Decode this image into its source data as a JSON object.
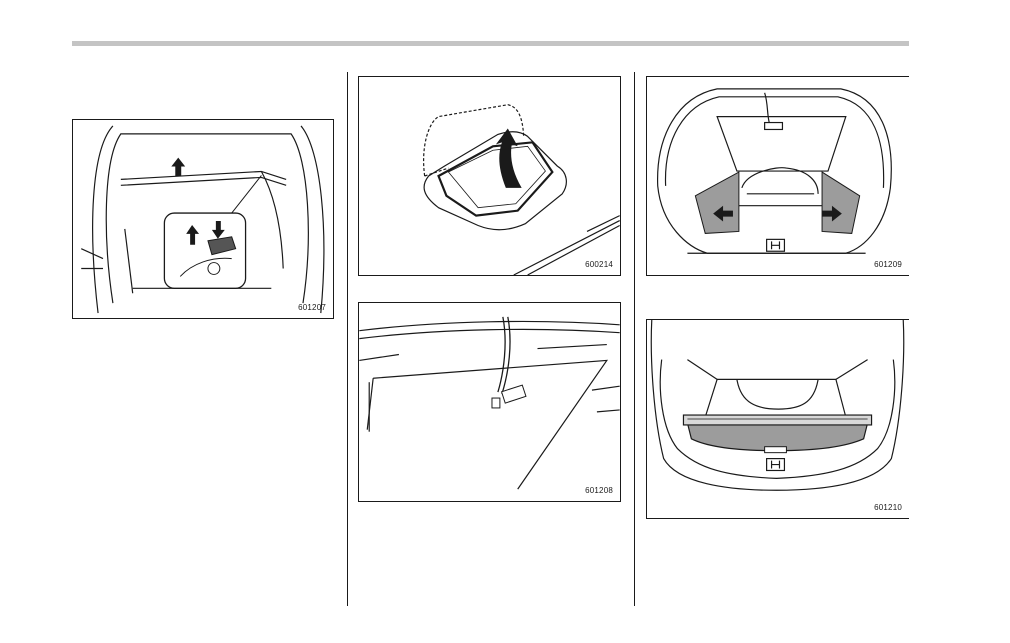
{
  "figures": [
    {
      "id": "fig-1",
      "code": "601207",
      "icons": [
        "arrow-up-icon",
        "tonneau-cover-holder-icon"
      ]
    },
    {
      "id": "fig-2",
      "code": "600214",
      "icons": [
        "curved-arrow-icon",
        "lid-handle-icon"
      ]
    },
    {
      "id": "fig-3",
      "code": "601208",
      "icons": [
        "cargo-cover-strap-icon"
      ]
    },
    {
      "id": "fig-4",
      "code": "601209",
      "icons": [
        "cargo-area-icon",
        "arrow-left-icon",
        "arrow-right-icon"
      ]
    },
    {
      "id": "fig-5",
      "code": "601210",
      "icons": [
        "cargo-cover-icon"
      ]
    }
  ]
}
